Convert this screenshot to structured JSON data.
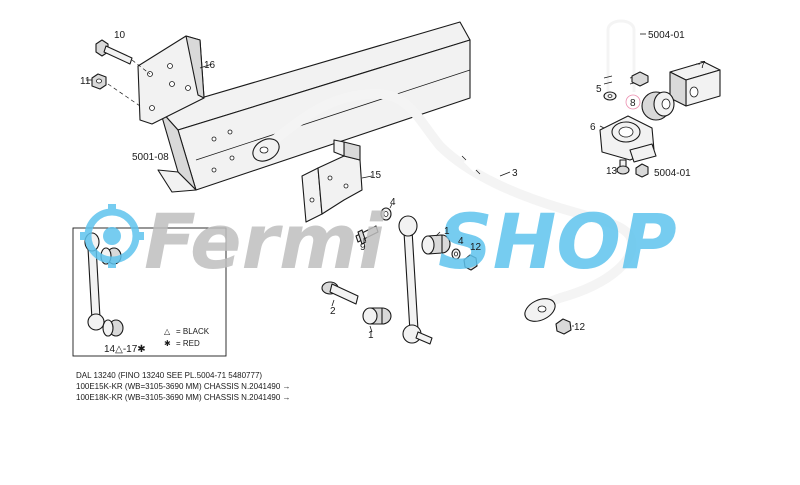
{
  "diagram": {
    "callouts": {
      "c1a": "1",
      "c1b": "1",
      "c2": "2",
      "c3": "3",
      "c4a": "4",
      "c4b": "4",
      "c5": "5",
      "c6": "6",
      "c7": "7",
      "c8": "8",
      "c9": "9",
      "c10": "10",
      "c11": "11",
      "c12a": "12",
      "c12b": "12",
      "c13": "13",
      "c15": "15",
      "c16": "16",
      "ref5001": "5001-08",
      "ref5004a": "5004-01",
      "ref5004b": "5004-01"
    },
    "inset": {
      "qty_label": "14△-17✱",
      "legend": [
        {
          "symbol": "△",
          "text": "= BLACK"
        },
        {
          "symbol": "✱",
          "text": "= RED"
        }
      ]
    },
    "notes": [
      "DAL 13240 (FINO 13240 SEE PL.5004-71 5480777)",
      "100E15K-KR (WB=3105-3690 MM) CHASSIS N.2041490 →",
      "100E18K-KR (WB=3105-3690 MM) CHASSIS N.2041490 →"
    ],
    "highlight_color": "#e0457b"
  },
  "watermark": {
    "text_part1": "Fermi",
    "text_part2": "SHOP",
    "color1": "#bfbfbf",
    "color2": "#5fc4ee"
  }
}
